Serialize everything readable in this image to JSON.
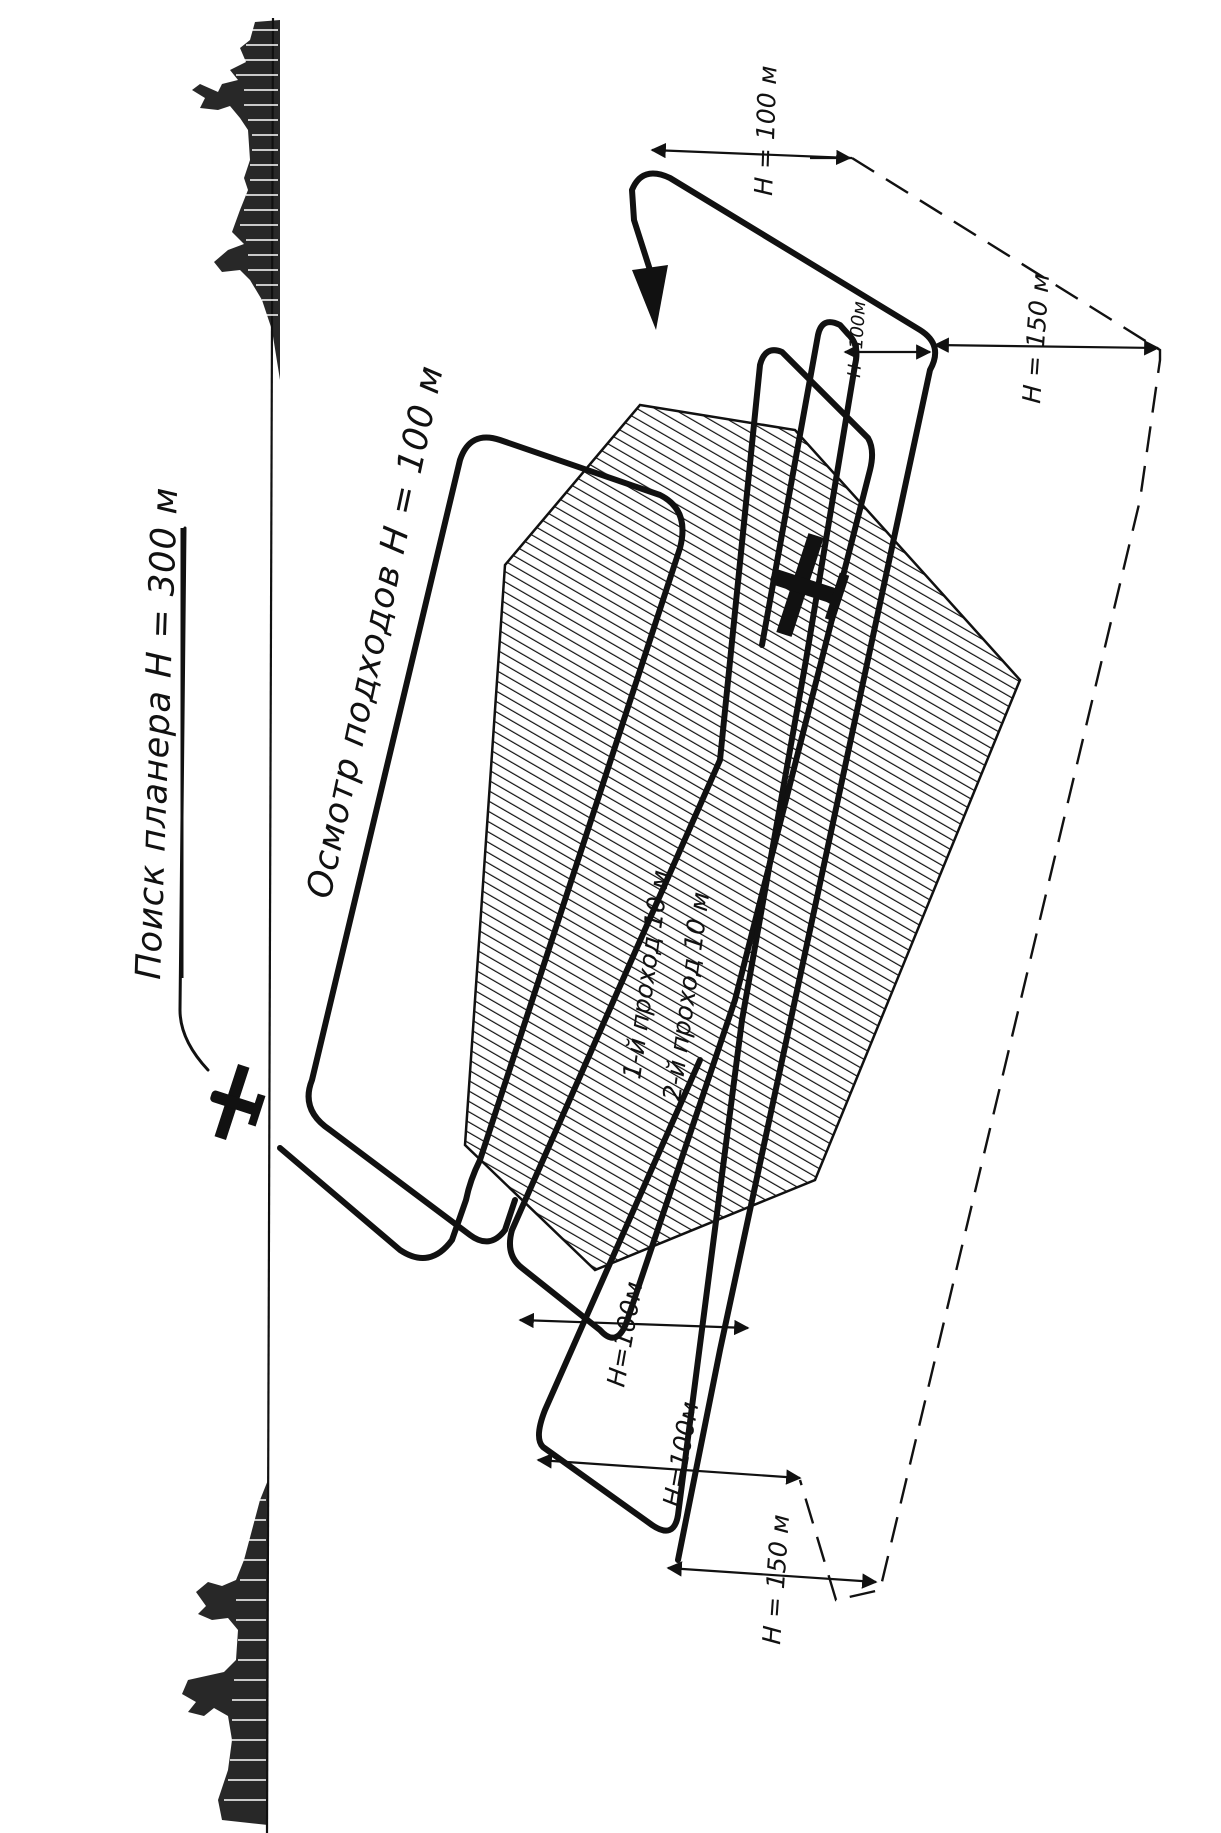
{
  "labels": {
    "search": "Поиск планера  H = 300 м",
    "approach": "Осмотр подходов  H = 100 м",
    "pass1": "1-й проход 10 м",
    "pass2": "2-й проход 10 м",
    "h100_top": "H = 100 м",
    "h100_upper_mid": "H=100м",
    "h150_upper": "H = 150 м",
    "h100_lower_left": "H=100м",
    "h100_lower": "H=100м",
    "h150_lower": "H = 150 м"
  },
  "icons": [
    "airplane-icon",
    "treeline-icon"
  ]
}
